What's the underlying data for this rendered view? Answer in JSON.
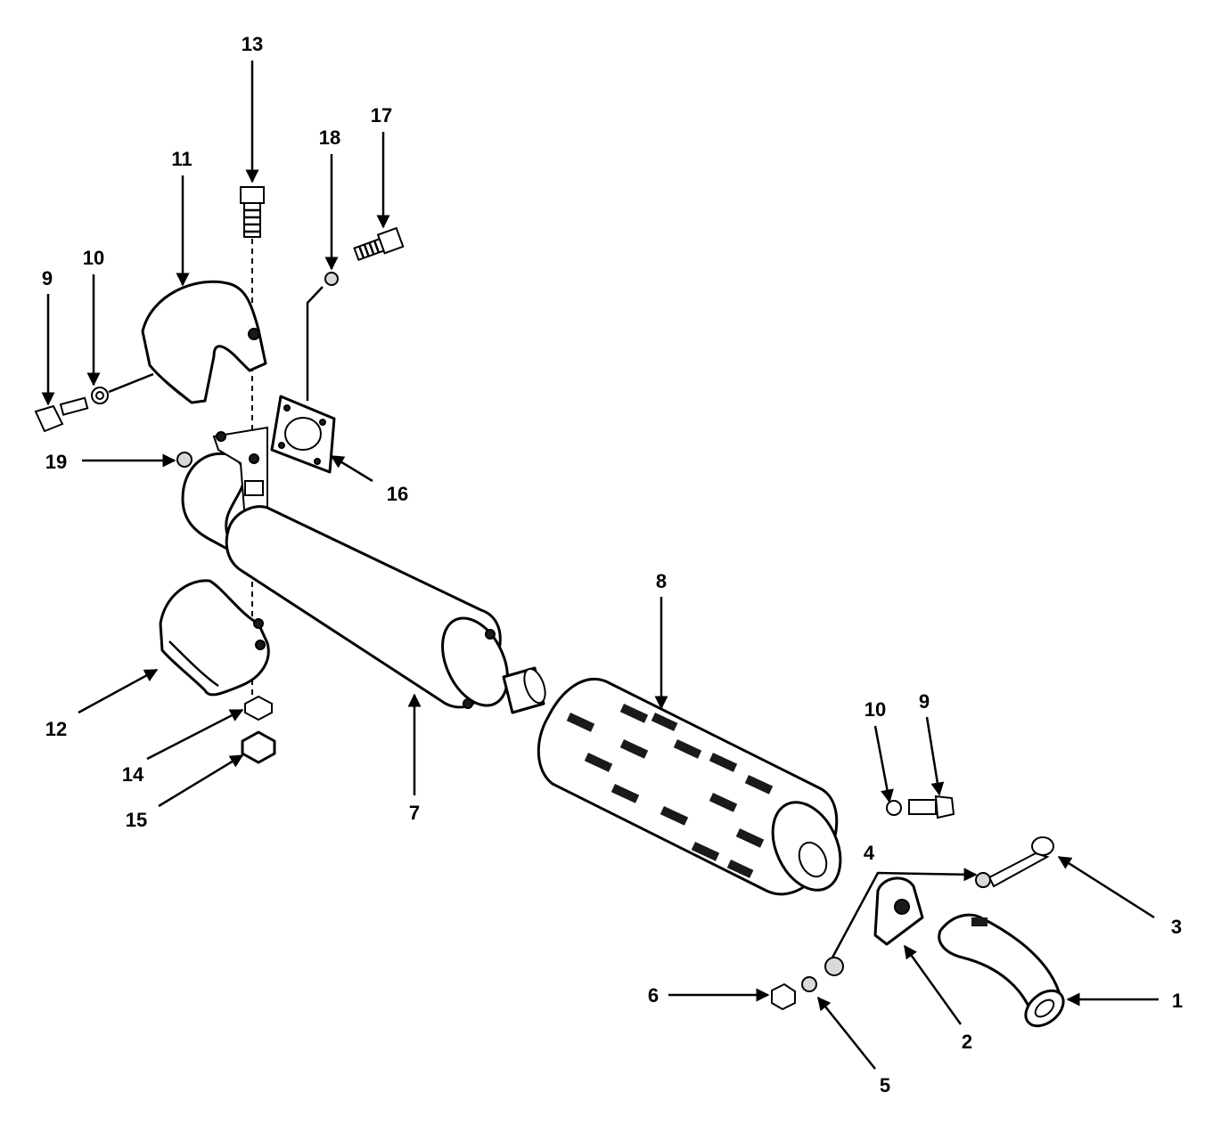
{
  "diagram": {
    "callouts": [
      {
        "id": "c13",
        "text": "13"
      },
      {
        "id": "c17",
        "text": "17"
      },
      {
        "id": "c18",
        "text": "18"
      },
      {
        "id": "c11",
        "text": "11"
      },
      {
        "id": "c9a",
        "text": "9"
      },
      {
        "id": "c10a",
        "text": "10"
      },
      {
        "id": "c19",
        "text": "19"
      },
      {
        "id": "c16",
        "text": "16"
      },
      {
        "id": "c8",
        "text": "8"
      },
      {
        "id": "c12",
        "text": "12"
      },
      {
        "id": "c14",
        "text": "14"
      },
      {
        "id": "c15",
        "text": "15"
      },
      {
        "id": "c7",
        "text": "7"
      },
      {
        "id": "c10b",
        "text": "10"
      },
      {
        "id": "c9b",
        "text": "9"
      },
      {
        "id": "c4",
        "text": "4"
      },
      {
        "id": "c3",
        "text": "3"
      },
      {
        "id": "c6",
        "text": "6"
      },
      {
        "id": "c1",
        "text": "1"
      },
      {
        "id": "c2",
        "text": "2"
      },
      {
        "id": "c5",
        "text": "5"
      }
    ]
  }
}
